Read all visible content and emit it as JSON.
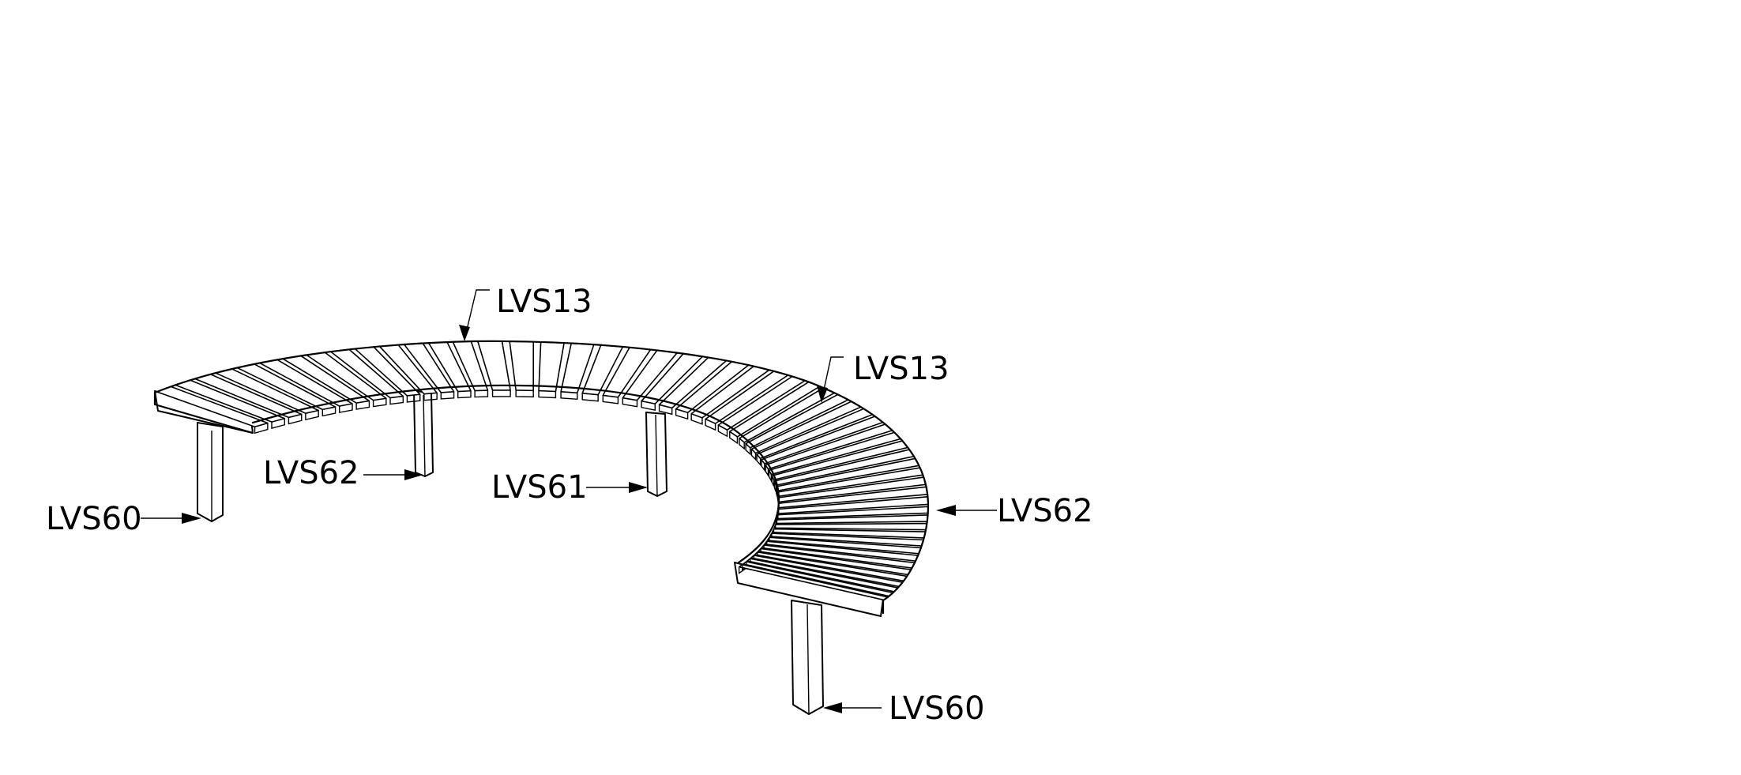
{
  "callouts": [
    {
      "id": "lvs13-a",
      "label": "LVS13"
    },
    {
      "id": "lvs13-b",
      "label": "LVS13"
    },
    {
      "id": "lvs62-a",
      "label": "LVS62"
    },
    {
      "id": "lvs61",
      "label": "LVS61"
    },
    {
      "id": "lvs62-b",
      "label": "LVS62"
    },
    {
      "id": "lvs60-a",
      "label": "LVS60"
    },
    {
      "id": "lvs60-b",
      "label": "LVS60"
    }
  ]
}
